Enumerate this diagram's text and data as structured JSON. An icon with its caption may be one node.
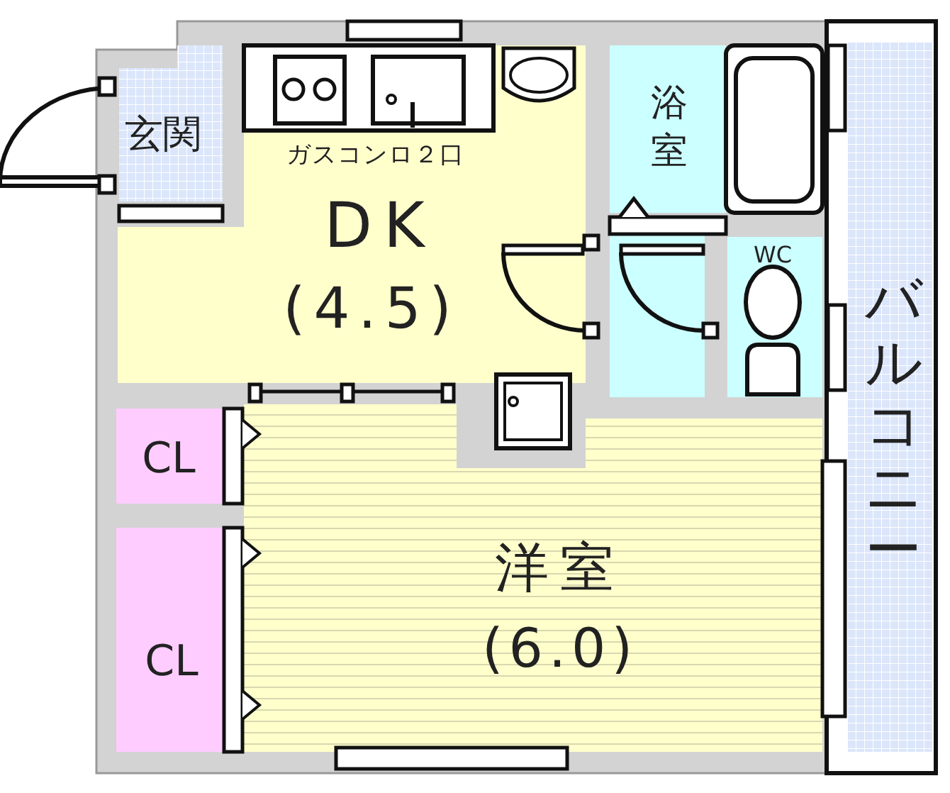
{
  "diagram": {
    "nodes": [
      {
        "text": [
          "玄関"
        ]
      },
      {
        "text": [
          "DK",
          "(4.5)"
        ]
      },
      {
        "text": [
          "浴室"
        ]
      },
      {
        "text": [
          "WC"
        ]
      },
      {
        "text": [
          "バルコニー"
        ]
      },
      {
        "text": [
          "CL"
        ]
      },
      {
        "text": [
          "CL"
        ]
      },
      {
        "text": [
          "洋室",
          "(6.0)"
        ]
      }
    ],
    "labels": [
      "ガスコンロ２口"
    ]
  }
}
